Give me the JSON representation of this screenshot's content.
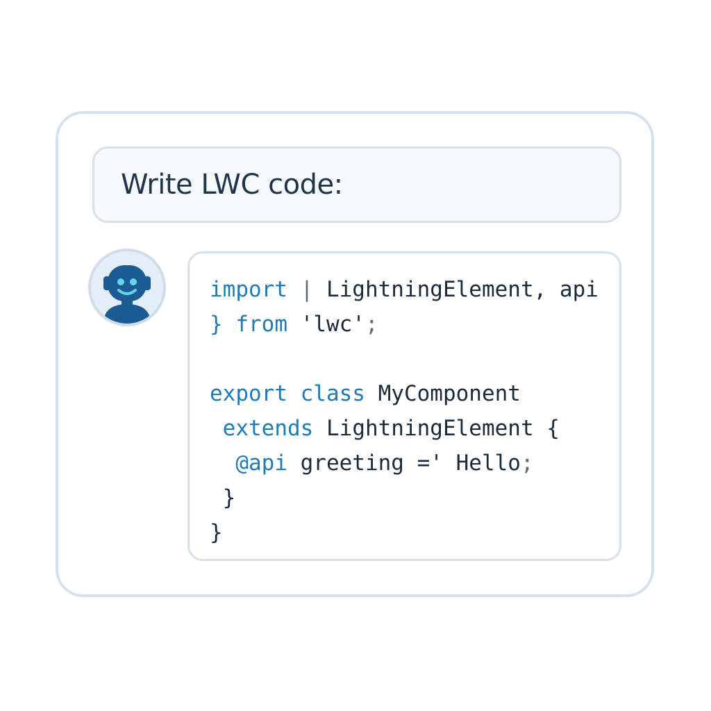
{
  "prompt": {
    "label": "Write LWC code:"
  },
  "avatar": {
    "icon": "robot-icon"
  },
  "code_block": {
    "line1": {
      "kw": "import",
      "sep": " | ",
      "rest": "LightningElement, api"
    },
    "line2": {
      "brace": "}",
      "kw": " from ",
      "str": "'lwc'",
      "end": ";"
    },
    "line4": {
      "kw1": "export",
      "kw2": " class ",
      "name": "MyComponent"
    },
    "line5": {
      "indent": " ",
      "kw": "extends",
      "name": " LightningElement ",
      "brace": "{"
    },
    "line6": {
      "indent": "  ",
      "kw": "@api",
      "rest": " greeting =' Hello",
      "end": ";"
    },
    "line7": {
      "text": " }"
    },
    "line8": {
      "text": "}"
    }
  },
  "colors": {
    "keyword": "#1f7ab8",
    "text": "#1b2a3a",
    "border": "#d6e0ec",
    "avatar": "#1a5c93"
  }
}
